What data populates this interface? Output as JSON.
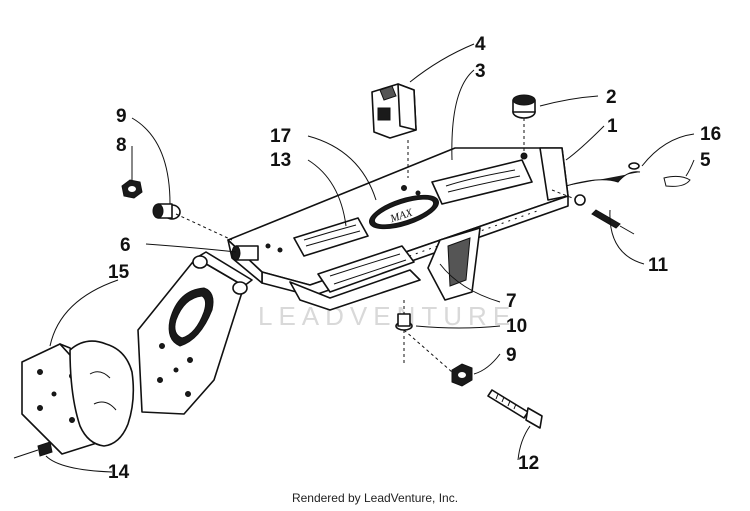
{
  "diagram": {
    "callouts": {
      "c1": "1",
      "c2": "2",
      "c3": "3",
      "c4": "4",
      "c5": "5",
      "c6": "6",
      "c7": "7",
      "c8": "8",
      "c9a": "9",
      "c9b": "9",
      "c10": "10",
      "c11": "11",
      "c12": "12",
      "c13": "13",
      "c14": "14",
      "c15": "15",
      "c16": "16",
      "c17": "17"
    },
    "watermark": "LEADVENTURE",
    "footer": "Rendered by LeadVenture, Inc.",
    "logo_text": "MAX"
  }
}
